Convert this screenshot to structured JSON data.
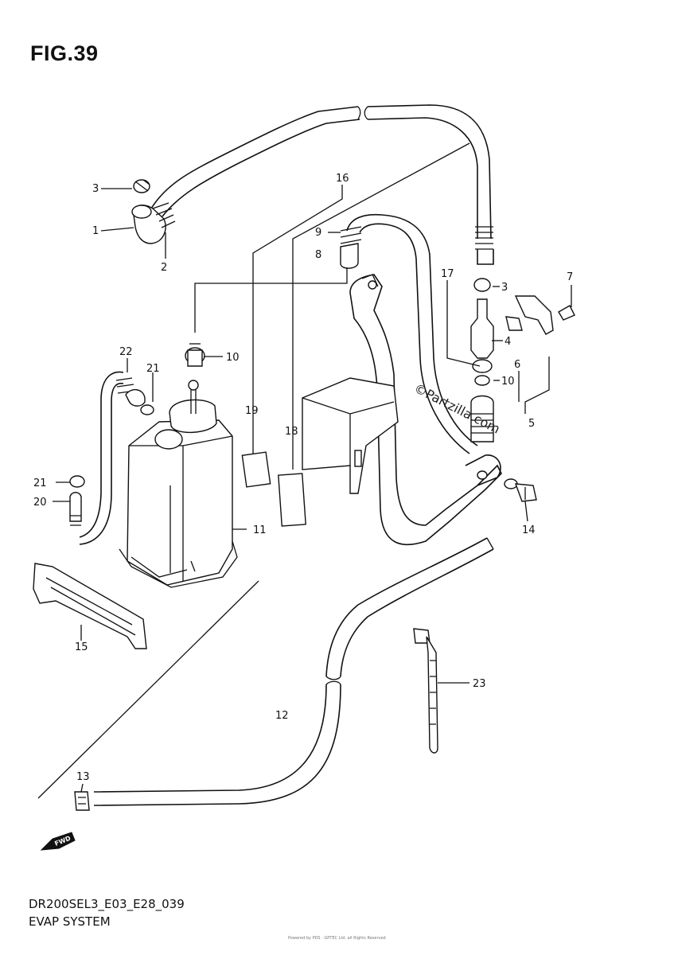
{
  "figure": {
    "title": "FIG.39",
    "footer_code": "DR200SEL3_E03_E28_039",
    "footer_title": "EVAP SYSTEM",
    "watermark": "©Partzilla.com",
    "footnote": "Powered by PDS · GPTEC Ltd. all Rights Reserved",
    "fwd_arrow_label": "FWD"
  },
  "callouts": [
    {
      "id": "1",
      "text": "1"
    },
    {
      "id": "2",
      "text": "2"
    },
    {
      "id": "3a",
      "text": "3"
    },
    {
      "id": "3b",
      "text": "3"
    },
    {
      "id": "4",
      "text": "4"
    },
    {
      "id": "5",
      "text": "5"
    },
    {
      "id": "6",
      "text": "6"
    },
    {
      "id": "7",
      "text": "7"
    },
    {
      "id": "8",
      "text": "8"
    },
    {
      "id": "9",
      "text": "9"
    },
    {
      "id": "10a",
      "text": "10"
    },
    {
      "id": "10b",
      "text": "10"
    },
    {
      "id": "11",
      "text": "11"
    },
    {
      "id": "12",
      "text": "12"
    },
    {
      "id": "13",
      "text": "13"
    },
    {
      "id": "14",
      "text": "14"
    },
    {
      "id": "15",
      "text": "15"
    },
    {
      "id": "16",
      "text": "16"
    },
    {
      "id": "17",
      "text": "17"
    },
    {
      "id": "18",
      "text": "18"
    },
    {
      "id": "19",
      "text": "19"
    },
    {
      "id": "20",
      "text": "20"
    },
    {
      "id": "21a",
      "text": "21"
    },
    {
      "id": "21b",
      "text": "21"
    },
    {
      "id": "22",
      "text": "22"
    },
    {
      "id": "23",
      "text": "23"
    }
  ]
}
